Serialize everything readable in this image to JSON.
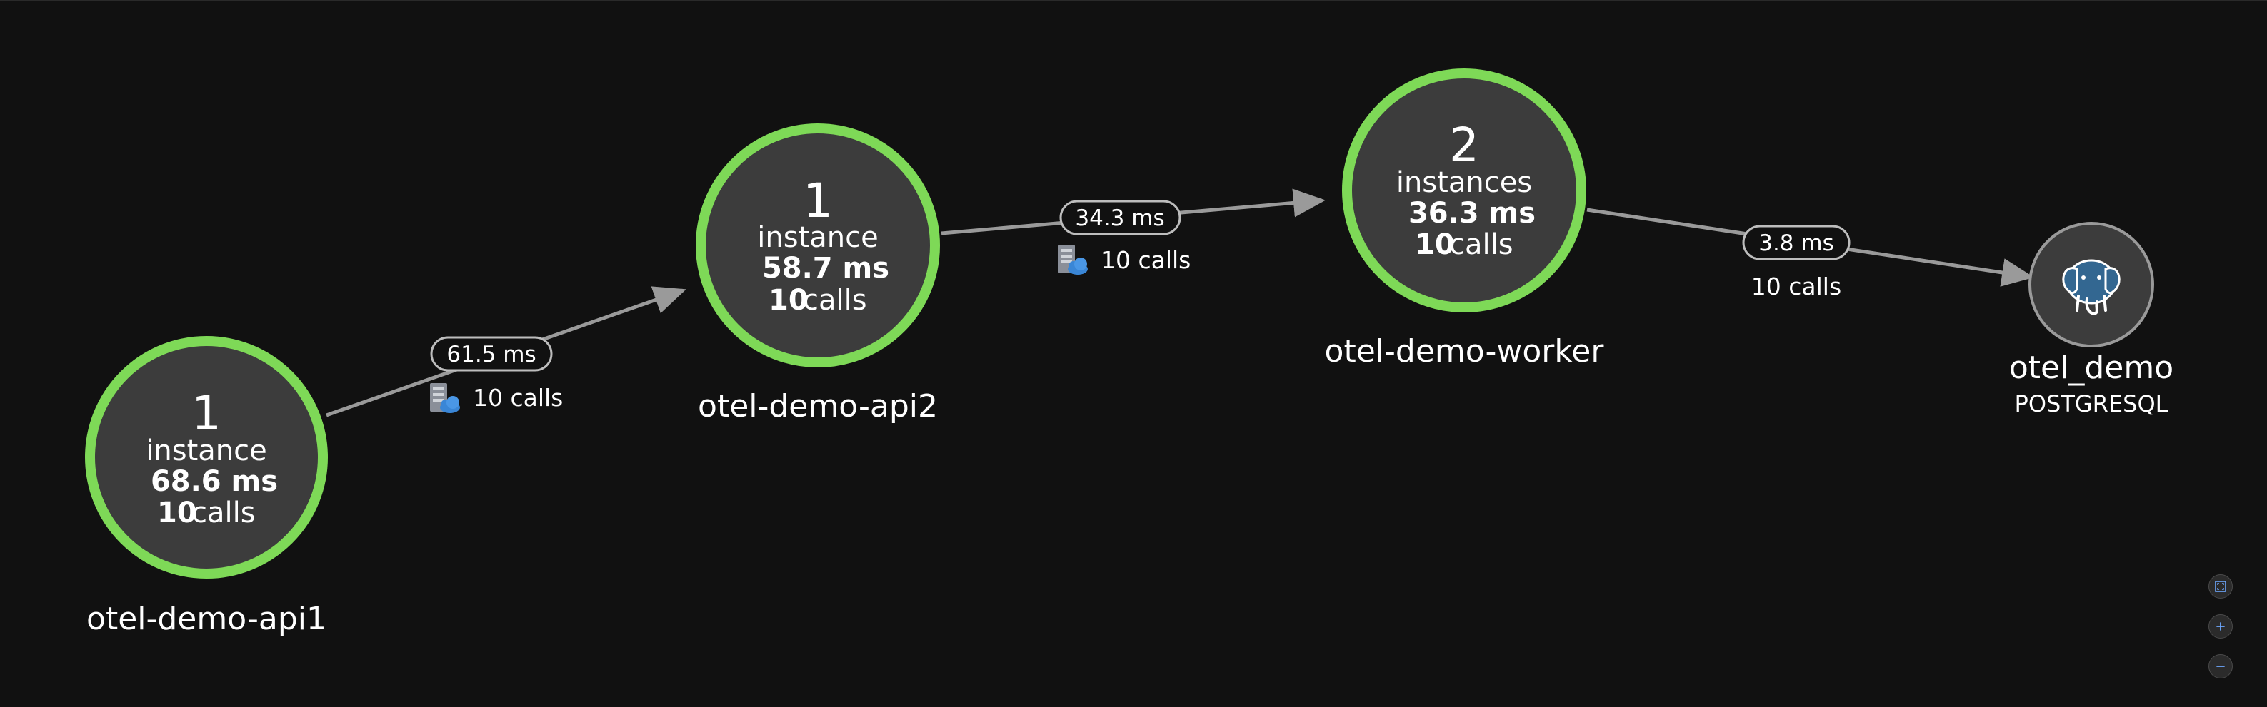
{
  "colors": {
    "background": "#111111",
    "node_fill": "#3c3c3c",
    "healthy_ring": "#7ed957",
    "edge": "#9a9a9a",
    "database_ring": "#9a9a9a"
  },
  "nodes": [
    {
      "id": "api1",
      "count": "1",
      "count_label": "instance",
      "duration": "68.6 ms",
      "calls_value": "10",
      "calls_unit": "calls",
      "name": "otel-demo-api1"
    },
    {
      "id": "api2",
      "count": "1",
      "count_label": "instance",
      "duration": "58.7 ms",
      "calls_value": "10",
      "calls_unit": "calls",
      "name": "otel-demo-api2"
    },
    {
      "id": "worker",
      "count": "2",
      "count_label": "instances",
      "duration": "36.3 ms",
      "calls_value": "10",
      "calls_unit": "calls",
      "name": "otel-demo-worker"
    }
  ],
  "database": {
    "id": "db",
    "name": "otel_demo",
    "type": "POSTGRESQL",
    "icon": "postgresql-elephant-icon"
  },
  "edges": [
    {
      "from": "api1",
      "to": "api2",
      "duration": "61.5 ms",
      "calls": "10 calls",
      "icon": "server-cloud-icon"
    },
    {
      "from": "api2",
      "to": "worker",
      "duration": "34.3 ms",
      "calls": "10 calls",
      "icon": "server-cloud-icon"
    },
    {
      "from": "worker",
      "to": "db",
      "duration": "3.8 ms",
      "calls": "10 calls",
      "icon": ""
    }
  ],
  "controls": {
    "fit_icon": "fit-to-screen-icon",
    "zoom_in_icon": "zoom-in-icon",
    "zoom_out_icon": "zoom-out-icon"
  }
}
